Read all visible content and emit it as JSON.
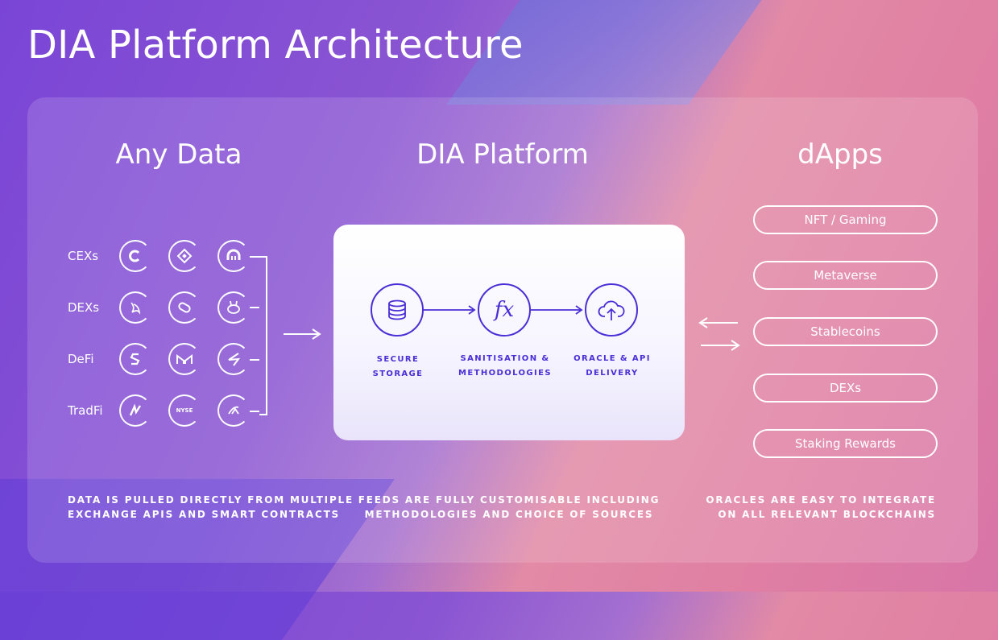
{
  "title": "DIA Platform Architecture",
  "columns": {
    "left": {
      "heading": "Any Data",
      "caption_line1": "DATA IS PULLED DIRECTLY FROM MULTIPLE",
      "caption_line2": "EXCHANGE APIS AND SMART CONTRACTS"
    },
    "center": {
      "heading": "DIA Platform",
      "caption_line1": "FEEDS ARE FULLY CUSTOMISABLE INCLUDING",
      "caption_line2": "METHODOLOGIES AND CHOICE OF SOURCES"
    },
    "right": {
      "heading": "dApps",
      "caption_line1": "ORACLES ARE EASY TO INTEGRATE",
      "caption_line2": "ON ALL RELEVANT BLOCKCHAINS"
    }
  },
  "sources": [
    {
      "label": "CEXs",
      "icons": [
        "coinbase-icon",
        "binance-icon",
        "kraken-icon"
      ]
    },
    {
      "label": "DEXs",
      "icons": [
        "uniswap-icon",
        "sushiswap-icon",
        "pancakeswap-icon"
      ]
    },
    {
      "label": "DeFi",
      "icons": [
        "synthetix-icon",
        "maker-icon",
        "compound-icon"
      ]
    },
    {
      "label": "TradFi",
      "icons": [
        "nasdaq-icon",
        "nyse-icon",
        "yahoo-finance-icon"
      ]
    }
  ],
  "nyse_text": "NYSE",
  "process": {
    "fx_symbol": "fx",
    "step1_line1": "SECURE",
    "step1_line2": "STORAGE",
    "step2_line1": "SANITISATION &",
    "step2_line2": "METHODOLOGIES",
    "step3_line1": "ORACLE & API",
    "step3_line2": "DELIVERY"
  },
  "dapps": [
    "NFT / Gaming",
    "Metaverse",
    "Stablecoins",
    "DEXs",
    "Staking Rewards"
  ],
  "colors": {
    "accent": "#4a2fd6",
    "bg_purple": "#7a45d6",
    "bg_pink": "#e07fa3"
  }
}
